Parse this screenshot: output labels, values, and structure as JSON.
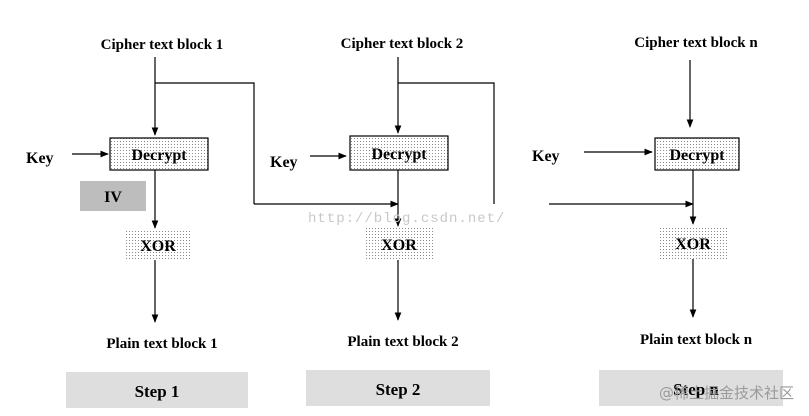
{
  "colors": {
    "stroke": "#000000",
    "step_bar": "#dedede",
    "iv_box": "#bdbdbd",
    "dot": "#8a8a8a",
    "watermark": "#c8c8c8",
    "credit": "#9a9a9a"
  },
  "columns": [
    {
      "cipher_label": "Cipher text block 1",
      "key_label": "Key",
      "decrypt_label": "Decrypt",
      "iv_label": "IV",
      "xor_label": "XOR",
      "plain_label": "Plain text block 1",
      "step_label": "Step 1"
    },
    {
      "cipher_label": "Cipher text block 2",
      "key_label": "Key",
      "decrypt_label": "Decrypt",
      "xor_label": "XOR",
      "plain_label": "Plain text block 2",
      "step_label": "Step 2"
    },
    {
      "cipher_label": "Cipher text block n",
      "key_label": "Key",
      "decrypt_label": "Decrypt",
      "xor_label": "XOR",
      "plain_label": "Plain text block n",
      "step_label": "Step n"
    }
  ],
  "watermark": "http://blog.csdn.net/",
  "credit": "@稀土掘金技术社区"
}
